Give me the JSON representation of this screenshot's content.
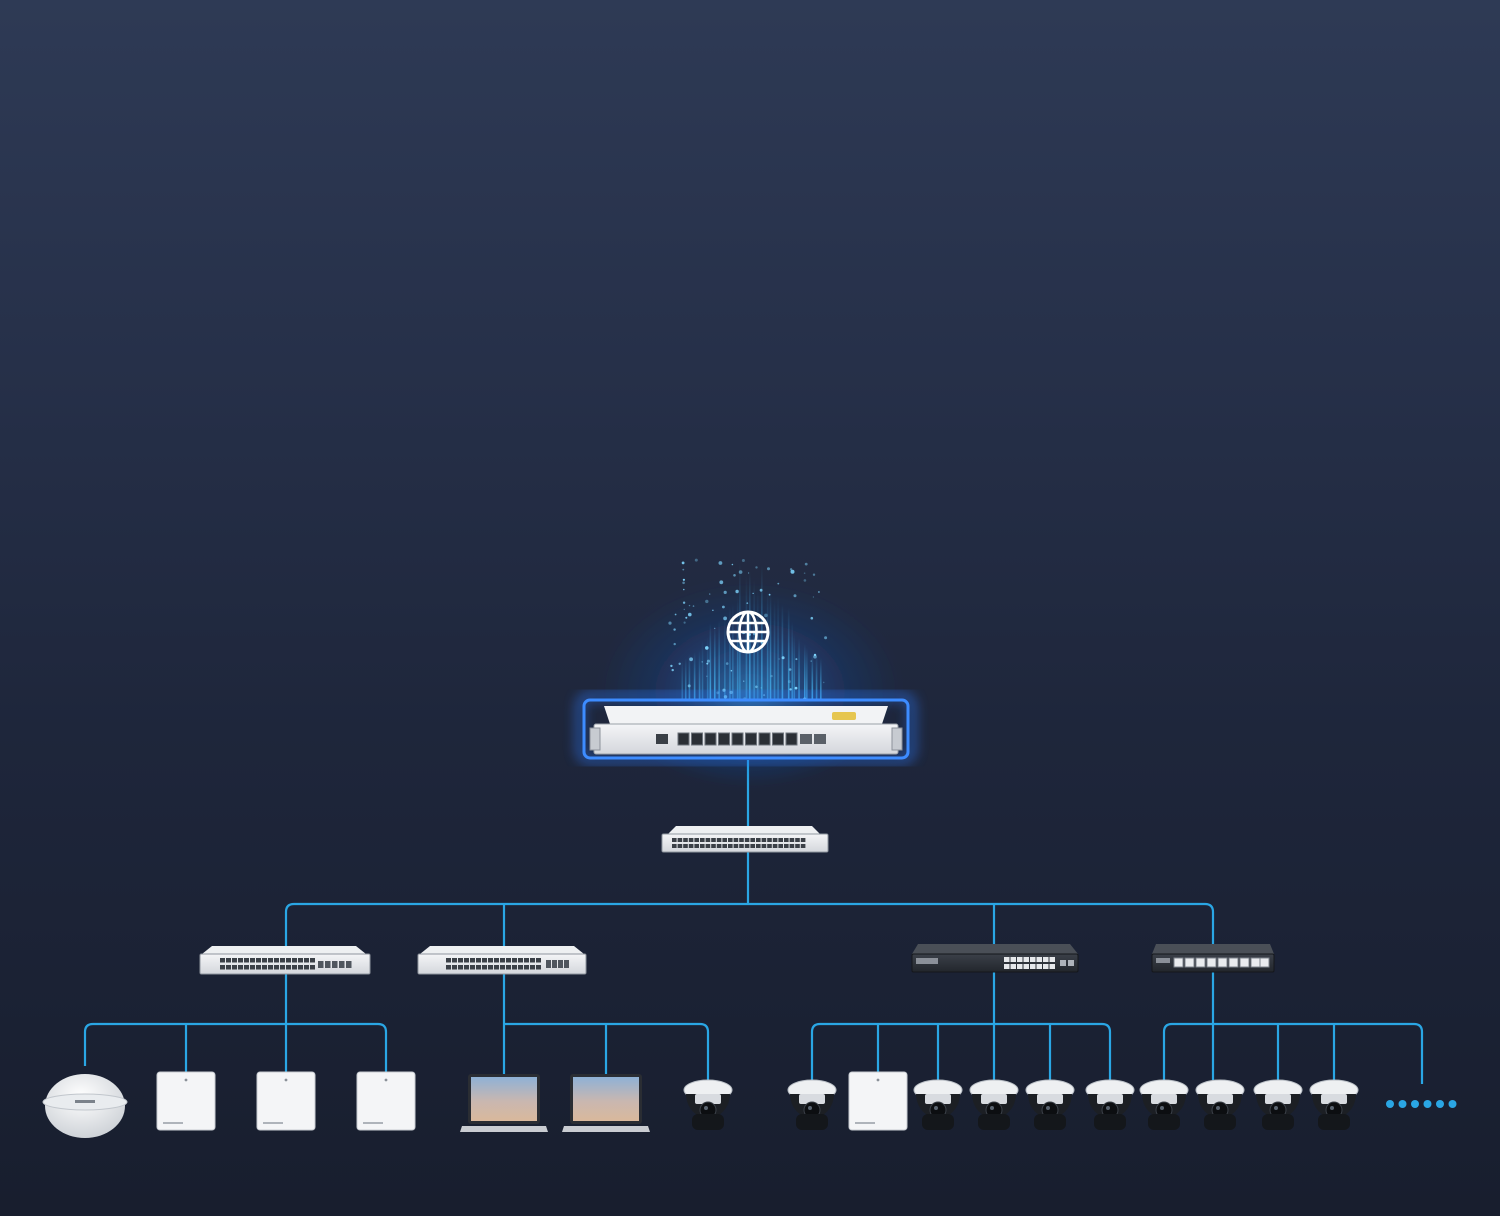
{
  "diagram": {
    "type": "network-topology",
    "colors": {
      "background_top": "#2e3a55",
      "background_bottom": "#181e2e",
      "link": "#2aa6e4",
      "glow": "#2f7bff",
      "device_body": "#e9ebee",
      "dark_switch_body": "#2b2f36"
    },
    "root": {
      "icon": "globe-icon",
      "label": ""
    },
    "gateway": {
      "icon": "rack-gateway-icon"
    },
    "core_switch": {
      "icon": "rack-switch-icon"
    },
    "access_switches": [
      {
        "icon": "fiber-switch-icon",
        "style": "light"
      },
      {
        "icon": "access-switch-icon",
        "style": "light"
      },
      {
        "icon": "poe-switch-icon",
        "style": "dark"
      },
      {
        "icon": "desktop-switch-icon",
        "style": "dark"
      }
    ],
    "endpoints": [
      {
        "icon": "outdoor-ap-icon",
        "switch": 0
      },
      {
        "icon": "ceiling-ap-icon",
        "switch": 0
      },
      {
        "icon": "ceiling-ap-icon",
        "switch": 0
      },
      {
        "icon": "ceiling-ap-icon",
        "switch": 0
      },
      {
        "icon": "laptop-icon",
        "switch": 1
      },
      {
        "icon": "laptop-icon",
        "switch": 1
      },
      {
        "icon": "dome-camera-icon",
        "switch": 1
      },
      {
        "icon": "dome-camera-icon",
        "switch": 2
      },
      {
        "icon": "ceiling-ap-icon",
        "switch": 2
      },
      {
        "icon": "dome-camera-icon",
        "switch": 2
      },
      {
        "icon": "dome-camera-icon",
        "switch": 2
      },
      {
        "icon": "dome-camera-icon",
        "switch": 2
      },
      {
        "icon": "dome-camera-icon",
        "switch": 2
      },
      {
        "icon": "dome-camera-icon",
        "switch": 3
      },
      {
        "icon": "dome-camera-icon",
        "switch": 3
      },
      {
        "icon": "dome-camera-icon",
        "switch": 3
      },
      {
        "icon": "dome-camera-icon",
        "switch": 3
      },
      {
        "icon": "more-devices-icon",
        "switch": 3
      }
    ]
  }
}
